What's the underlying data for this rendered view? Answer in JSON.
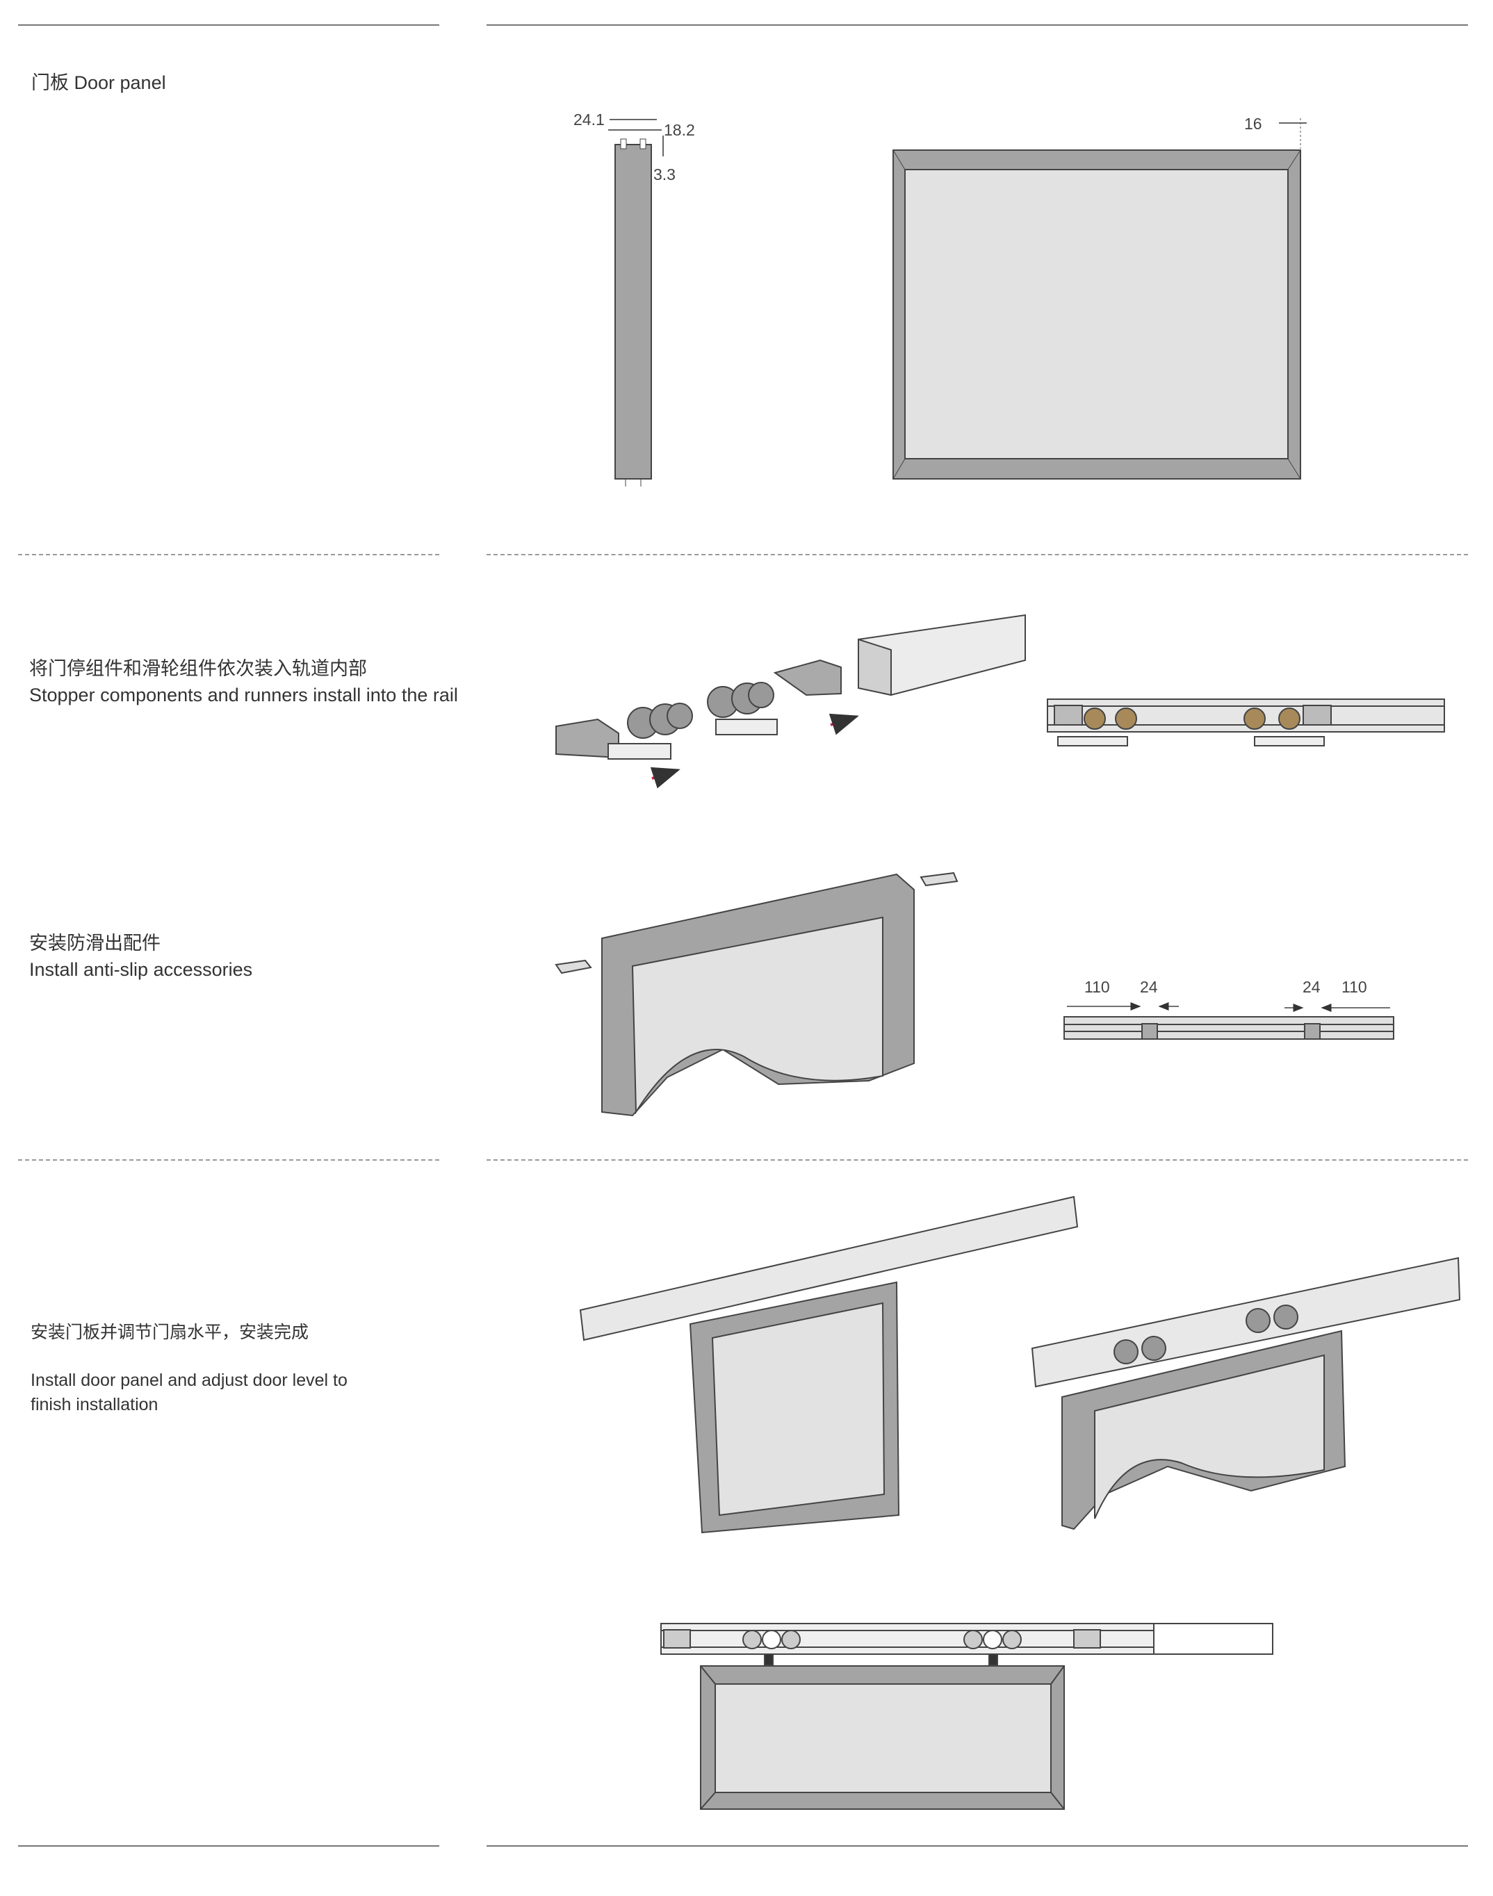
{
  "sections": [
    {
      "title": "门板  Door panel"
    },
    {
      "title_cn": "将门停组件和滑轮组件依次装入轨道内部",
      "title_en": "Stopper components and runners install into the rail"
    },
    {
      "title_cn": "安装防滑出配件",
      "title_en": "Install anti-slip accessories"
    },
    {
      "title_cn": "安装门板并调节门扇水平，安装完成",
      "title_en_line1": "Install door panel  and adjust door level to",
      "title_en_line2": "finish installation"
    }
  ],
  "dimensions": {
    "profile_width": "24.1",
    "groove_width": "18.2",
    "groove_depth": "3.3",
    "frame_width": "16",
    "left_offset": "110",
    "left_block": "24",
    "right_block": "24",
    "right_offset": "110"
  },
  "colors": {
    "frame": "#a4a4a4",
    "panel": "#e2e2e2",
    "arrow": "#d6204c",
    "runner": "#a88a5a"
  }
}
